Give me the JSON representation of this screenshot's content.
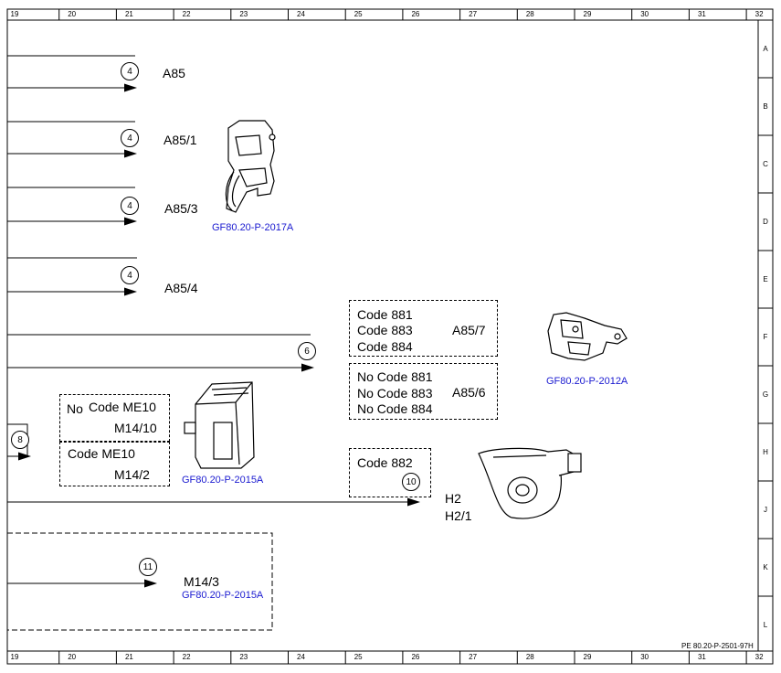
{
  "frame": {
    "column_labels": [
      "19",
      "20",
      "21",
      "22",
      "23",
      "24",
      "25",
      "26",
      "27",
      "28",
      "29",
      "30",
      "31",
      "32"
    ],
    "row_labels": [
      "A",
      "B",
      "C",
      "D",
      "E",
      "F",
      "G",
      "H",
      "J",
      "K",
      "L"
    ],
    "document_id": "PE 80.20-P-2501-97H"
  },
  "connectors": [
    {
      "id": "a85",
      "circle": "4",
      "label": "A85"
    },
    {
      "id": "a85-1",
      "circle": "4",
      "label": "A85/1"
    },
    {
      "id": "a85-3",
      "circle": "4",
      "label": "A85/3"
    },
    {
      "id": "a85-4",
      "circle": "4",
      "label": "A85/4"
    },
    {
      "id": "line6",
      "circle": "6"
    },
    {
      "id": "line8",
      "circle": "8"
    },
    {
      "id": "line10",
      "circle": "10"
    },
    {
      "id": "line11",
      "circle": "11",
      "label": "M14/3"
    }
  ],
  "references": {
    "lock_2017": "GF80.20-P-2017A",
    "lock_2012": "GF80.20-P-2012A",
    "module_2015": "GF80.20-P-2015A",
    "module_2015_b": "GF80.20-P-2015A"
  },
  "code_boxes": {
    "upper_codes": [
      "Code 881",
      "Code 883",
      "Code 884"
    ],
    "upper_label": "A85/7",
    "lower_codes": [
      "No Code 881",
      "No Code 883",
      "No Code 884"
    ],
    "lower_label": "A85/6",
    "me10_no_a": "No",
    "me10_no_b": "Code ME10",
    "me10_no_label": "M14/10",
    "me10_code": "Code ME10",
    "me10_code_label": "M14/2",
    "code882": "Code 882"
  },
  "horn_labels": [
    "H2",
    "H2/1"
  ]
}
